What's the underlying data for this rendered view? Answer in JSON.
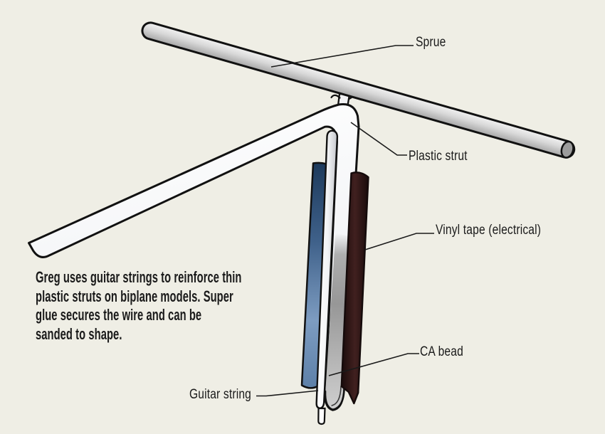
{
  "figure": {
    "type": "technical-illustration",
    "caption": "Greg uses guitar strings to reinforce thin\nplastic struts on biplane models. Super\nglue secures the wire and can be\nsanded to shape.",
    "labels": {
      "sprue": "Sprue",
      "plastic_strut": "Plastic strut",
      "vinyl_tape": "Vinyl tape (electrical)",
      "ca_bead": "CA bead",
      "guitar_string": "Guitar string"
    },
    "colors": {
      "background": "#efeee5",
      "ink": "#1a1a1a",
      "outline": "#111111",
      "sprue_light": "#f2f2f2",
      "sprue_mid": "#d8d8d8",
      "sprue_dark": "#a6a6a6",
      "sprue_end_cap": "#9c9c9c",
      "strut_white": "#ffffff",
      "strut_shade": "#eceef2",
      "tape_blue_dark": "#1d3a5c",
      "tape_blue_mid": "#3f618a",
      "tape_blue_light": "#7d9cc1",
      "tape_blue_bottom": "#5d80a8",
      "tape_maroon_edge": "#190b0b",
      "tape_maroon_mid": "#41201f",
      "bead_gray": "#979797",
      "bead_gray_light": "#cfcfcf",
      "string_white": "#ffffff",
      "string_shade": "#c4c6cb"
    }
  }
}
